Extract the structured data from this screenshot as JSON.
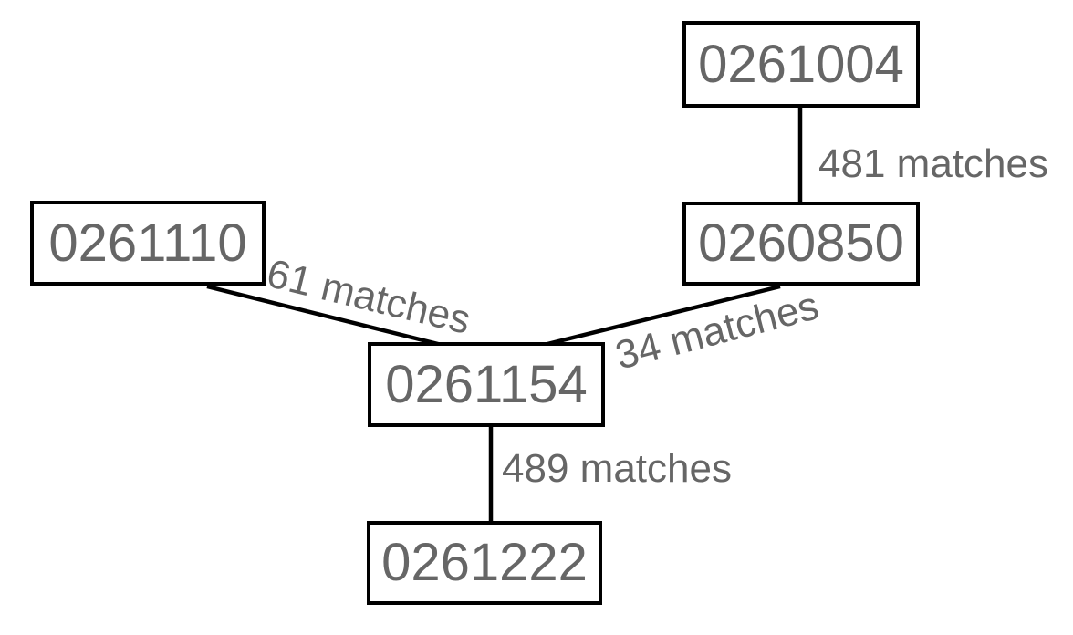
{
  "diagram": {
    "type": "network-graph",
    "background_color": "#ffffff",
    "node_border_color": "#000000",
    "node_text_color": "#666666",
    "edge_color": "#000000",
    "edge_label_color": "#666666",
    "nodes": [
      {
        "id": "0261004",
        "label": "0261004"
      },
      {
        "id": "0261110",
        "label": "0261110"
      },
      {
        "id": "0260850",
        "label": "0260850"
      },
      {
        "id": "0261154",
        "label": "0261154"
      },
      {
        "id": "0261222",
        "label": "0261222"
      }
    ],
    "edges": [
      {
        "from": "0261004",
        "to": "0260850",
        "label": "481 matches"
      },
      {
        "from": "0261110",
        "to": "0261154",
        "label": "61 matches"
      },
      {
        "from": "0260850",
        "to": "0261154",
        "label": "34 matches"
      },
      {
        "from": "0261154",
        "to": "0261222",
        "label": "489 matches"
      }
    ]
  }
}
